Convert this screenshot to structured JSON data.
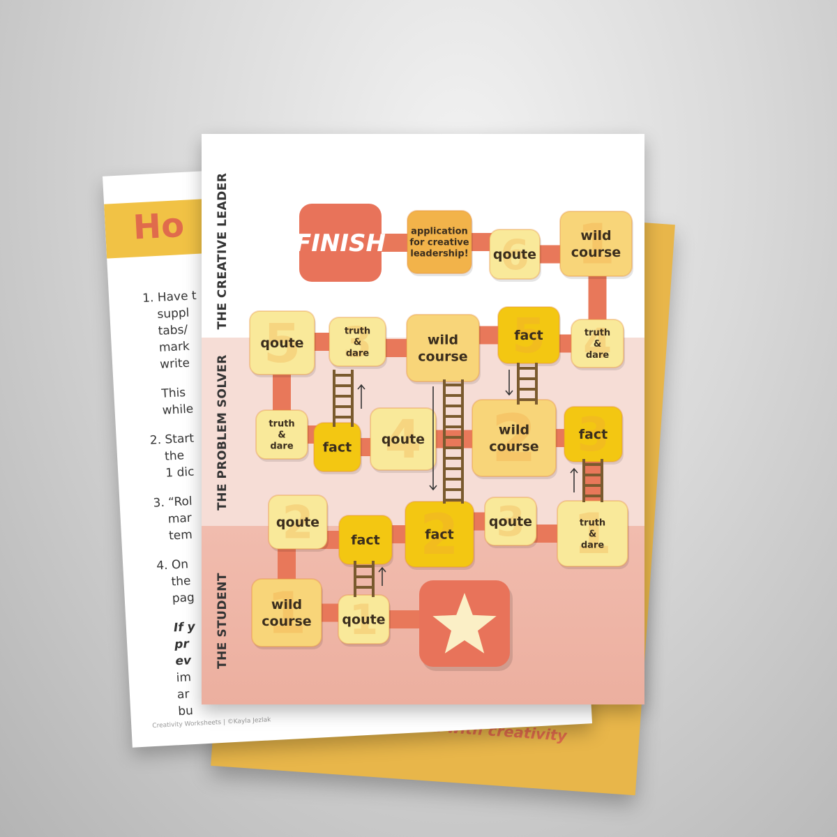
{
  "background_sheet": {
    "tagline": "ing to lead with creativity"
  },
  "instructions_sheet": {
    "title": "Ho",
    "lines": [
      "1. Have t",
      "suppl",
      "tabs/",
      "mark",
      "write",
      "This",
      "while",
      "2. Start",
      "the",
      "1 dic",
      "3. “Rol",
      "mar",
      "tem",
      "4. On",
      "the",
      "pag",
      "If y",
      "pr",
      "ev",
      "im",
      "ar",
      "bu"
    ],
    "footer": "Creativity Worksheets | ©Kayla Jezlak"
  },
  "board": {
    "zone_labels": {
      "creative_leader": "THE CREATIVE LEADER",
      "problem_solver": "THE PROBLEM SOLVER",
      "student": "THE STUDENT"
    },
    "finish_label": "FINISH",
    "start_icon": "star-icon",
    "colors": {
      "path": "#e8785a",
      "finish": "#e8735a",
      "ladder": "#7a5a2e",
      "tile_orange": "#f2b34a",
      "tile_gold": "#f3c712",
      "tile_cream": "#f9e99a",
      "tile_light_orange": "#f8d579"
    },
    "tiles": [
      {
        "id": "t1",
        "lines": [
          "application",
          "for creative",
          "leadership!"
        ],
        "num": "",
        "style": "orange"
      },
      {
        "id": "t2",
        "lines": [
          "qoute"
        ],
        "num": "6",
        "style": "cream"
      },
      {
        "id": "t3",
        "lines": [
          "wild",
          "course"
        ],
        "num": "1",
        "style": "light_orange"
      },
      {
        "id": "t4",
        "lines": [
          "truth",
          "&",
          "dare"
        ],
        "num": "4",
        "style": "cream"
      },
      {
        "id": "t5",
        "lines": [
          "fact"
        ],
        "num": "5",
        "style": "gold"
      },
      {
        "id": "t6",
        "lines": [
          "wild",
          "course"
        ],
        "num": "",
        "style": "light_orange"
      },
      {
        "id": "t7",
        "lines": [
          "truth",
          "&",
          "dare"
        ],
        "num": "3",
        "style": "cream"
      },
      {
        "id": "t8",
        "lines": [
          "qoute"
        ],
        "num": "5",
        "style": "cream"
      },
      {
        "id": "t9",
        "lines": [
          "truth",
          "&",
          "dare"
        ],
        "num": "",
        "style": "cream"
      },
      {
        "id": "t10",
        "lines": [
          "fact"
        ],
        "num": "",
        "style": "gold"
      },
      {
        "id": "t11",
        "lines": [
          "qoute"
        ],
        "num": "4",
        "style": "cream"
      },
      {
        "id": "t12",
        "lines": [
          "wild",
          "course"
        ],
        "num": "2",
        "style": "light_orange"
      },
      {
        "id": "t13",
        "lines": [
          "fact"
        ],
        "num": "3",
        "style": "gold"
      },
      {
        "id": "t14",
        "lines": [
          "truth",
          "&",
          "dare"
        ],
        "num": "1",
        "style": "cream"
      },
      {
        "id": "t15",
        "lines": [
          "qoute"
        ],
        "num": "3",
        "style": "cream"
      },
      {
        "id": "t16",
        "lines": [
          "fact"
        ],
        "num": "2",
        "style": "gold"
      },
      {
        "id": "t17",
        "lines": [
          "fact"
        ],
        "num": "",
        "style": "gold"
      },
      {
        "id": "t18",
        "lines": [
          "qoute"
        ],
        "num": "2",
        "style": "cream"
      },
      {
        "id": "t19",
        "lines": [
          "wild",
          "course"
        ],
        "num": "1",
        "style": "light_orange"
      },
      {
        "id": "t20",
        "lines": [
          "qoute"
        ],
        "num": "1",
        "style": "cream"
      }
    ]
  }
}
